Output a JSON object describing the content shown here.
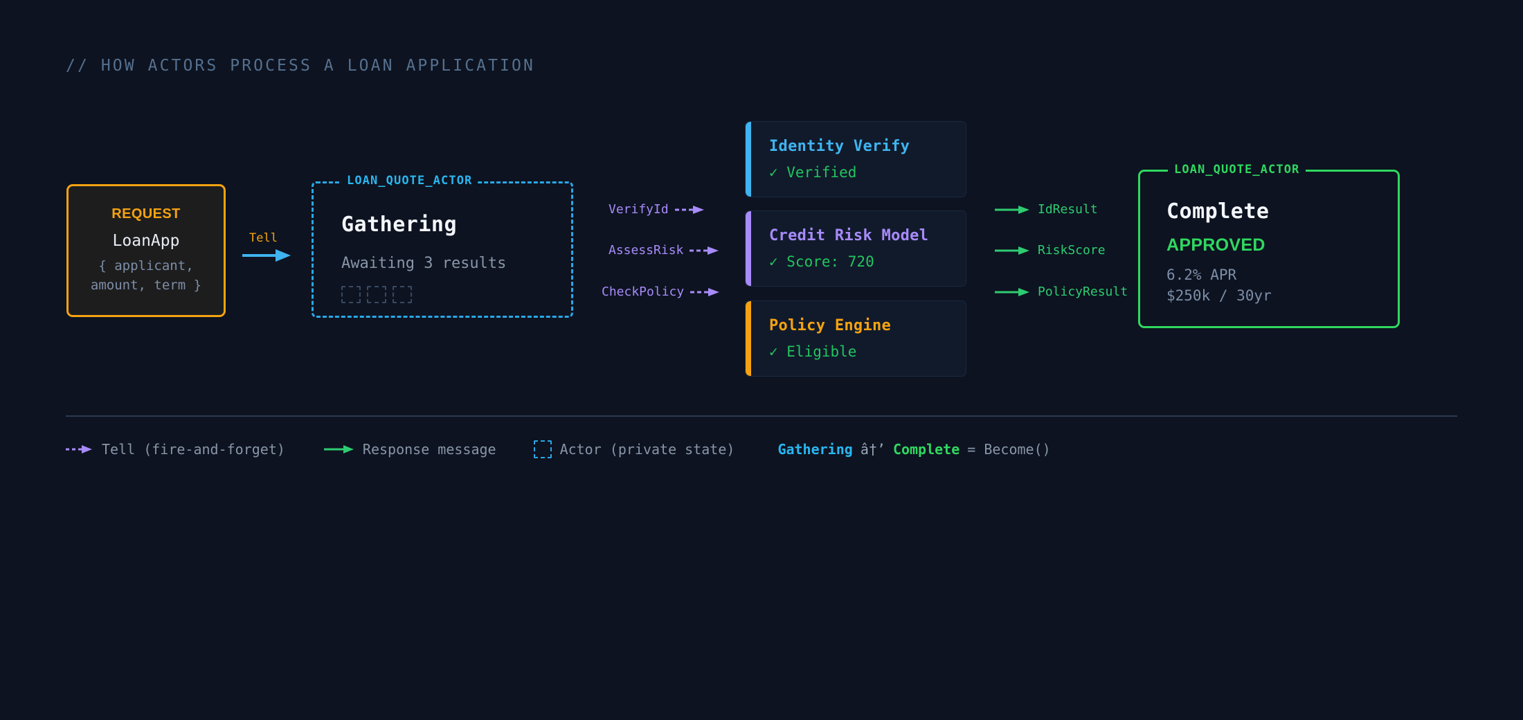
{
  "title": "// HOW ACTORS PROCESS A LOAN APPLICATION",
  "colors": {
    "background": "#0d1320",
    "request_orange": "#f5a311",
    "actor_cyan": "#29a8e8",
    "tell_purple": "#a78bfa",
    "response_green": "#2ecc71",
    "complete_green": "#2fd860",
    "muted_text": "#8896a8"
  },
  "request": {
    "kind": "REQUEST",
    "type": "LoanApp",
    "payload": "{ applicant,\namount, term }"
  },
  "tell": {
    "label": "Tell"
  },
  "gathering_actor": {
    "tag": "LOAN_QUOTE_ACTOR",
    "state": "Gathering",
    "subtitle": "Awaiting 3 results",
    "pending_slots": 3
  },
  "request_messages": [
    {
      "label": "VerifyId"
    },
    {
      "label": "AssessRisk"
    },
    {
      "label": "CheckPolicy"
    }
  ],
  "services": [
    {
      "name": "Identity Verify",
      "result": "✓ Verified",
      "accent": "#3fb4f0",
      "name_color": "#3fb4f0"
    },
    {
      "name": "Credit Risk Model",
      "result": "✓ Score: 720",
      "accent": "#a78bfa",
      "name_color": "#a78bfa"
    },
    {
      "name": "Policy Engine",
      "result": "✓ Eligible",
      "accent": "#f5a311",
      "name_color": "#f5a311"
    }
  ],
  "response_messages": [
    {
      "label": "IdResult"
    },
    {
      "label": "RiskScore"
    },
    {
      "label": "PolicyResult"
    }
  ],
  "complete_actor": {
    "tag": "LOAN_QUOTE_ACTOR",
    "state": "Complete",
    "verdict": "APPROVED",
    "detail": "6.2% APR\n$250k / 30yr"
  },
  "legend": {
    "tell": "Tell (fire-and-forget)",
    "response": "Response message",
    "actor": "Actor (private state)",
    "transition": {
      "from": "Gathering",
      "arrow": "â†’",
      "to": "Complete",
      "equals": "= Become()"
    }
  }
}
